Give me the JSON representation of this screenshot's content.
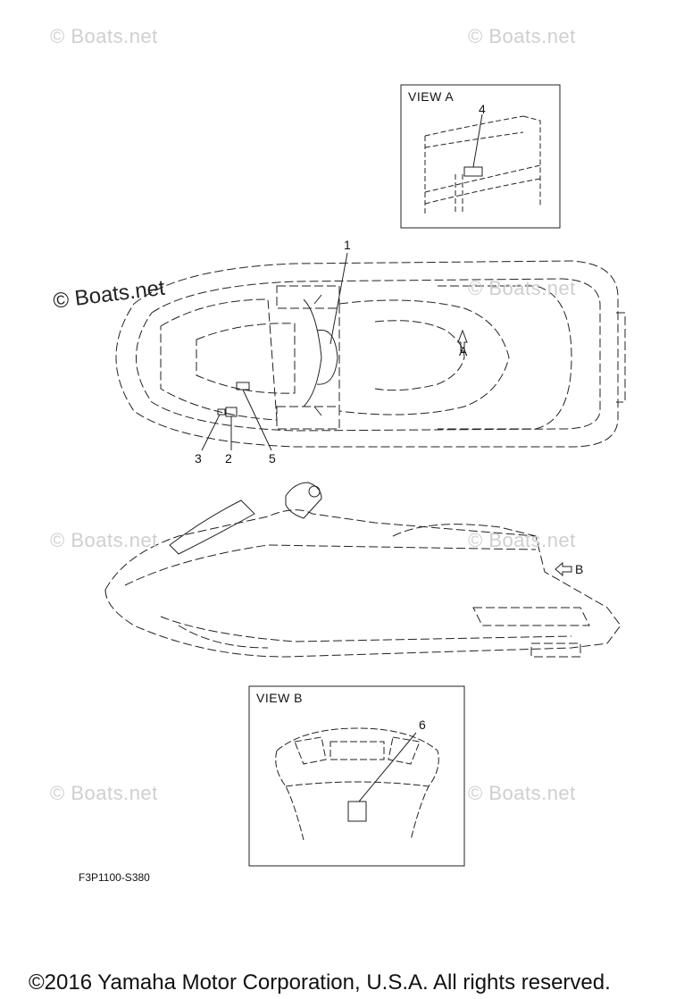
{
  "watermarks": {
    "text": "© Boats.net",
    "highlighted": "© Boats.net"
  },
  "view_a": {
    "title": "VIEW A",
    "callout": "4"
  },
  "view_b": {
    "title": "VIEW B",
    "callout": "6"
  },
  "top_view": {
    "callouts": [
      "1",
      "2",
      "3",
      "5"
    ],
    "arrow_label": "A"
  },
  "side_view": {
    "arrow_label": "B"
  },
  "diagram_code": "F3P1100-S380",
  "copyright": "©2016 Yamaha Motor Corporation, U.S.A. All rights reserved."
}
